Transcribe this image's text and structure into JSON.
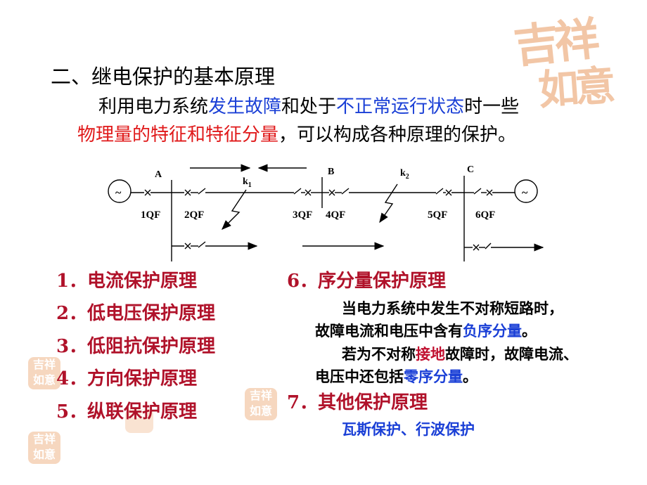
{
  "watermark": {
    "big": "吉祥如意",
    "small_top": "吉祥",
    "small_bottom": "如意"
  },
  "title": "二、继电保护的基本原理",
  "intro": {
    "line1_a": "利用电力系统",
    "line1_b": "发生故障",
    "line1_c": "和处于",
    "line1_d": "不正常运行状态",
    "line1_e": "时一些",
    "line2_a": "物理量的特征和特征分量",
    "line2_b": "，可以构成各种原理的保护。"
  },
  "diagram": {
    "bus_labels": [
      "A",
      "B",
      "C"
    ],
    "breaker_labels": [
      "1QF",
      "2QF",
      "3QF",
      "4QF",
      "5QF",
      "6QF"
    ],
    "fault_labels": [
      "k1",
      "k2"
    ],
    "fault_label_main": "k",
    "fault_subscripts": [
      "1",
      "2"
    ],
    "source_symbol": "~"
  },
  "left_list": [
    {
      "num": "1．",
      "label": "电流保护原理"
    },
    {
      "num": "2．",
      "label": "低电压保护原理"
    },
    {
      "num": "3．",
      "label": "低阻抗保护原理"
    },
    {
      "num": "4．",
      "label": "方向保护原理"
    },
    {
      "num": "5．",
      "label": "纵联保护原理"
    }
  ],
  "right_list": {
    "item6": {
      "num": "6．",
      "label": "序分量保护原理"
    },
    "para1_line1": "当电力系统中发生不对称短路时，",
    "para1_line2_a": "故障电流和电压中含有",
    "para1_line2_b": "负序分量",
    "para1_line2_c": "。",
    "para2_line1_a": "若为不对称",
    "para2_line1_b": "接地",
    "para2_line1_c": "故障时，故障电流、",
    "para2_line2_a": "电压中还包括",
    "para2_line2_b": "零序分量",
    "para2_line2_c": "。",
    "item7": {
      "num": "7．",
      "label": "其他保护原理"
    },
    "item7_sub": "瓦斯保护、行波保护"
  }
}
